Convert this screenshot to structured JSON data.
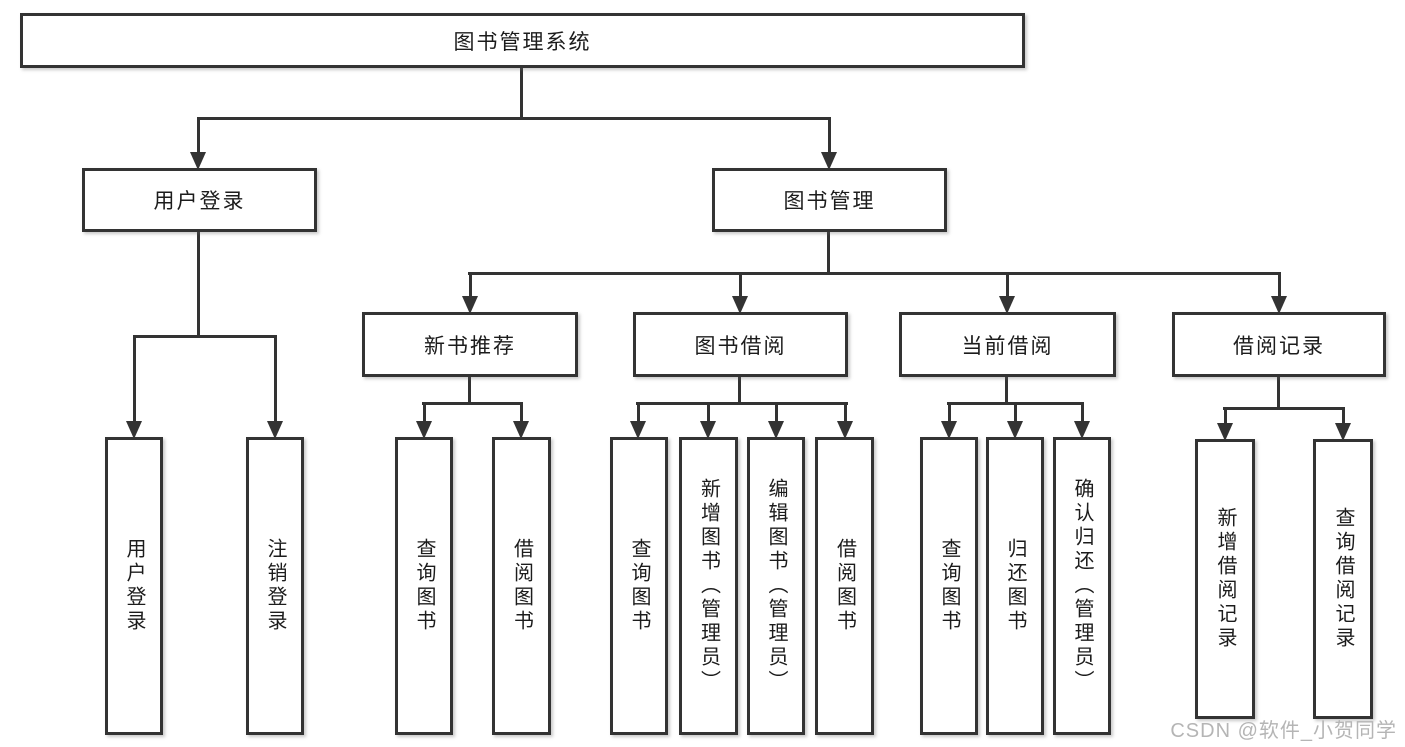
{
  "colors": {
    "line": "#333333",
    "box_border": "#333333",
    "box_fill": "#ffffff",
    "text": "#1c1c1c",
    "watermark": "#b5b5b5",
    "background": "#ffffff"
  },
  "tree": {
    "label": "图书管理系统",
    "children": [
      {
        "label": "用户登录",
        "children": [
          {
            "label": "用户登录"
          },
          {
            "label": "注销登录"
          }
        ]
      },
      {
        "label": "图书管理",
        "children": [
          {
            "label": "新书推荐",
            "children": [
              {
                "label": "查询图书"
              },
              {
                "label": "借阅图书"
              }
            ]
          },
          {
            "label": "图书借阅",
            "children": [
              {
                "label": "查询图书"
              },
              {
                "label": "新增图书（管理员）"
              },
              {
                "label": "编辑图书（管理员）"
              },
              {
                "label": "借阅图书"
              }
            ]
          },
          {
            "label": "当前借阅",
            "children": [
              {
                "label": "查询图书"
              },
              {
                "label": "归还图书"
              },
              {
                "label": "确认归还（管理员）"
              }
            ]
          },
          {
            "label": "借阅记录",
            "children": [
              {
                "label": "新增借阅记录"
              },
              {
                "label": "查询借阅记录"
              }
            ]
          }
        ]
      }
    ]
  },
  "watermark": {
    "text": "CSDN @软件_小贺同学"
  }
}
